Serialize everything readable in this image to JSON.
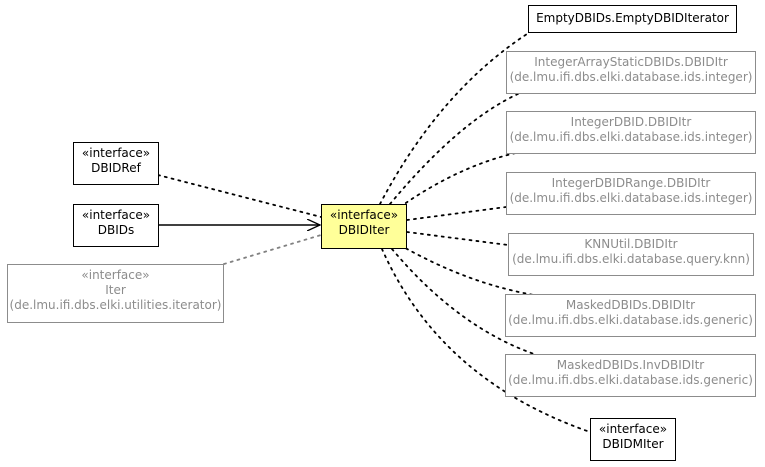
{
  "nodes": {
    "dbidref": {
      "stereotype": "«interface»",
      "name": "DBIDRef"
    },
    "dbids": {
      "stereotype": "«interface»",
      "name": "DBIDs"
    },
    "iter": {
      "stereotype": "«interface»",
      "name": "Iter",
      "package": "(de.lmu.ifi.dbs.elki.utilities.iterator)"
    },
    "dbiditer": {
      "stereotype": "«interface»",
      "name": "DBIDIter"
    },
    "empty": {
      "name": "EmptyDBIDs.EmptyDBIDIterator"
    },
    "intarray": {
      "name": "IntegerArrayStaticDBIDs.DBIDItr",
      "package": "(de.lmu.ifi.dbs.elki.database.ids.integer)"
    },
    "intdbid": {
      "name": "IntegerDBID.DBIDItr",
      "package": "(de.lmu.ifi.dbs.elki.database.ids.integer)"
    },
    "intrange": {
      "name": "IntegerDBIDRange.DBIDItr",
      "package": "(de.lmu.ifi.dbs.elki.database.ids.integer)"
    },
    "knnutil": {
      "name": "KNNUtil.DBIDItr",
      "package": "(de.lmu.ifi.dbs.elki.database.query.knn)"
    },
    "masked": {
      "name": "MaskedDBIDs.DBIDItr",
      "package": "(de.lmu.ifi.dbs.elki.database.ids.generic)"
    },
    "maskedinv": {
      "name": "MaskedDBIDs.InvDBIDItr",
      "package": "(de.lmu.ifi.dbs.elki.database.ids.generic)"
    },
    "dbidmiter": {
      "stereotype": "«interface»",
      "name": "DBIDMIter"
    }
  },
  "colors": {
    "focus_fill": "#ffff99",
    "external_gray": "#8c8c8c",
    "line": "#000000"
  }
}
